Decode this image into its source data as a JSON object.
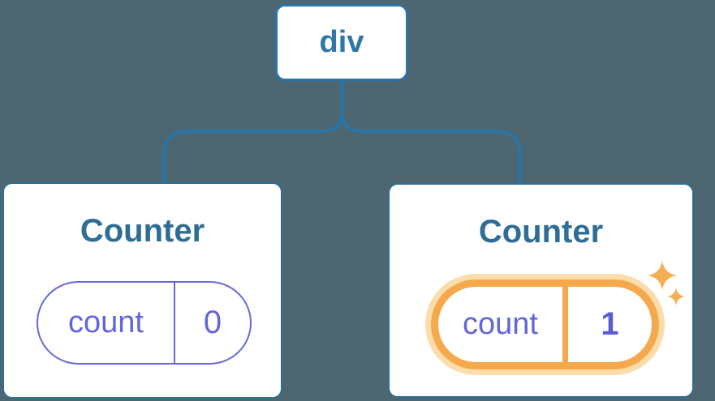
{
  "tree": {
    "root": {
      "label": "div"
    },
    "children": [
      {
        "title": "Counter",
        "state": {
          "key": "count",
          "value": "0"
        },
        "highlighted": false
      },
      {
        "title": "Counter",
        "state": {
          "key": "count",
          "value": "1"
        },
        "highlighted": true
      }
    ]
  },
  "icons": {
    "sparkle": "sparkle-icon"
  },
  "colors": {
    "background": "#4C6771",
    "connector_blue": "#2B74A6",
    "node_text_blue": "#2E77A8",
    "title_blue": "#2E6D95",
    "card_border_blue": "#2F6F94",
    "state_purple": "#6464DB",
    "state_purple_bold": "#5B5BD6",
    "highlight_orange": "#F5A94C",
    "highlight_glow": "#FBDCAB",
    "sparkle_orange": "#F6AE52",
    "card_background": "#FFFFFF"
  }
}
